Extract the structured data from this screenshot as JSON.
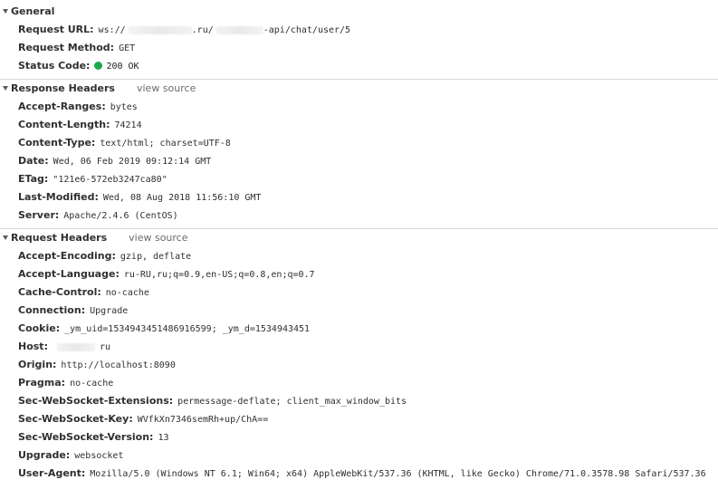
{
  "colors": {
    "status_ok": "#1ca84a",
    "separator": "#dadada",
    "muted": "#6b6b6b",
    "text": "#303030"
  },
  "general": {
    "title": "General",
    "request_url_label": "Request URL:",
    "request_url_prefix": "ws://",
    "request_url_middle": ".ru/",
    "request_url_suffix": "-api/chat/user/5",
    "request_method_label": "Request Method:",
    "request_method_value": "GET",
    "status_code_label": "Status Code:",
    "status_code_value": "200 OK",
    "status_icon": "green-circle-icon"
  },
  "response_headers": {
    "title": "Response Headers",
    "view_source": "view source",
    "items": [
      {
        "key": "Accept-Ranges:",
        "value": "bytes"
      },
      {
        "key": "Content-Length:",
        "value": "74214"
      },
      {
        "key": "Content-Type:",
        "value": "text/html; charset=UTF-8"
      },
      {
        "key": "Date:",
        "value": "Wed, 06 Feb 2019 09:12:14 GMT"
      },
      {
        "key": "ETag:",
        "value": "\"121e6-572eb3247ca80\""
      },
      {
        "key": "Last-Modified:",
        "value": "Wed, 08 Aug 2018 11:56:10 GMT"
      },
      {
        "key": "Server:",
        "value": "Apache/2.4.6 (CentOS)"
      }
    ]
  },
  "request_headers": {
    "title": "Request Headers",
    "view_source": "view source",
    "items": [
      {
        "key": "Accept-Encoding:",
        "value": "gzip, deflate"
      },
      {
        "key": "Accept-Language:",
        "value": "ru-RU,ru;q=0.9,en-US;q=0.8,en;q=0.7"
      },
      {
        "key": "Cache-Control:",
        "value": "no-cache"
      },
      {
        "key": "Connection:",
        "value": "Upgrade"
      },
      {
        "key": "Cookie:",
        "value": "_ym_uid=1534943451486916599; _ym_d=1534943451"
      },
      {
        "key": "Host:",
        "value": "ru"
      },
      {
        "key": "Origin:",
        "value": "http://localhost:8090"
      },
      {
        "key": "Pragma:",
        "value": "no-cache"
      },
      {
        "key": "Sec-WebSocket-Extensions:",
        "value": "permessage-deflate; client_max_window_bits"
      },
      {
        "key": "Sec-WebSocket-Key:",
        "value": "WVfkXn7346semRh+up/ChA=="
      },
      {
        "key": "Sec-WebSocket-Version:",
        "value": "13"
      },
      {
        "key": "Upgrade:",
        "value": "websocket"
      },
      {
        "key": "User-Agent:",
        "value": "Mozilla/5.0 (Windows NT 6.1; Win64; x64) AppleWebKit/537.36 (KHTML, like Gecko) Chrome/71.0.3578.98 Safari/537.36"
      }
    ]
  }
}
